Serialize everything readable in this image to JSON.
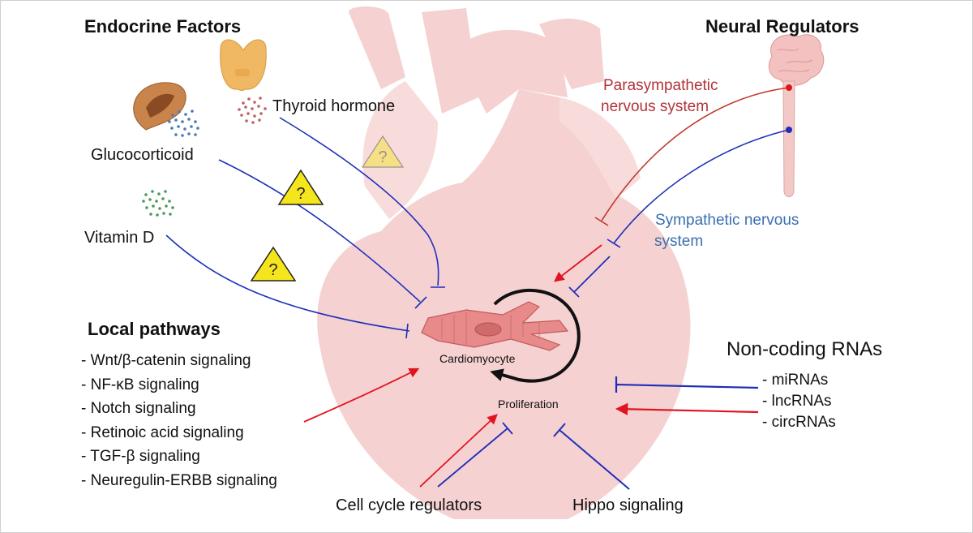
{
  "endocrine": {
    "heading": "Endocrine Factors",
    "thyroid": "Thyroid hormone",
    "glucocorticoid": "Glucocorticoid",
    "vitamin_d": "Vitamin D"
  },
  "neural": {
    "heading": "Neural Regulators",
    "parasympathetic_line1": "Parasympathetic",
    "parasympathetic_line2": "nervous system",
    "sympathetic_line1": "Sympathetic nervous",
    "sympathetic_line2": "system"
  },
  "local": {
    "heading": "Local pathways",
    "items": [
      "- Wnt/β-catenin signaling",
      "- NF-κB signaling",
      "- Notch signaling",
      "- Retinoic acid signaling",
      "- TGF-β signaling",
      "- Neuregulin-ERBB signaling"
    ]
  },
  "noncoding": {
    "heading": "Non-coding RNAs",
    "items": [
      "- miRNAs",
      "- lncRNAs",
      "- circRNAs"
    ]
  },
  "center": {
    "cell_label": "Cardiomyocyte",
    "process_label": "Proliferation"
  },
  "bottom": {
    "cell_cycle": "Cell cycle regulators",
    "hippo": "Hippo signaling"
  },
  "warning_symbol": "?",
  "colors": {
    "activation": "#e0141e",
    "inhibition": "#1f2fb8",
    "heart": "#f4c9c9",
    "parasympathetic_text": "#b3323a",
    "sympathetic_text": "#3a6fb0",
    "warning_fill": "#f5e51d"
  }
}
